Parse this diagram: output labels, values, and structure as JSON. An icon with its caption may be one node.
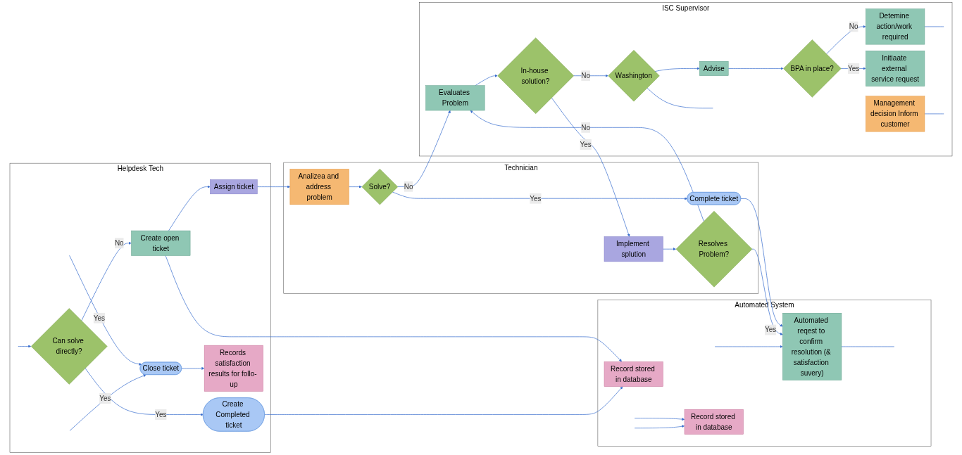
{
  "diagram": {
    "nodes": [
      {
        "text": [
          "Helpdesk Tech"
        ]
      },
      {
        "text": [
          "Can solve directly?"
        ],
        "in": 0
      },
      {
        "text": [
          "Create open ticket"
        ],
        "in": 0
      },
      {
        "text": [
          "Create Completed ticket"
        ],
        "in": 0
      },
      {
        "text": [
          "Assign ticket"
        ],
        "in": 0
      },
      {
        "text": [
          "Records satisfaction results for follo- up"
        ],
        "in": 0
      },
      {
        "text": [
          "Close ticket"
        ],
        "in": 0
      },
      {
        "text": [
          "Automated System"
        ]
      },
      {
        "text": [
          "Record stored in database"
        ],
        "in": 7
      },
      {
        "text": [
          "Record stored in database"
        ],
        "in": 7
      },
      {
        "text": [
          "Automated reqest to confirm resolution (& satisfaction suvery)"
        ],
        "in": 7
      },
      {
        "text": [
          "Technician"
        ]
      },
      {
        "text": [
          "Analizea and address problem"
        ],
        "in": 11
      },
      {
        "text": [
          "Solve?"
        ],
        "in": 11
      },
      {
        "text": [
          "Complete ticket"
        ],
        "in": 11
      },
      {
        "text": [
          "Resolves Problem?"
        ],
        "in": 11
      },
      {
        "text": [
          "Implement splution"
        ],
        "in": 11
      },
      {
        "text": [
          "ISC Supervisor"
        ]
      },
      {
        "text": [
          "Detemine action/work required"
        ],
        "in": 17
      },
      {
        "text": [
          "BPA in place?"
        ],
        "in": 17
      },
      {
        "text": [
          "Evaluates Problem"
        ],
        "in": 17
      },
      {
        "text": [
          "In-house solution?"
        ],
        "in": 17
      },
      {
        "text": [
          "Management decision Inform customer"
        ],
        "in": 17
      },
      {
        "text": [
          "Initiaate external service request"
        ],
        "in": 17
      },
      {
        "text": [
          "Advise"
        ],
        "in": 17
      },
      {
        "text": [
          "Washington"
        ],
        "in": 17
      }
    ],
    "edges": [
      {
        "from": null,
        "to": 1,
        "arrow": "to"
      },
      {
        "from": 1,
        "to": 2,
        "label": "No",
        "arrow": "to"
      },
      {
        "from": 1,
        "to": 3,
        "label": "Yes",
        "arrow": "to"
      },
      {
        "from": 2,
        "to": 8,
        "arrow": "to"
      },
      {
        "from": 2,
        "to": 4,
        "arrow": "to"
      },
      {
        "from": 3,
        "to": 8,
        "arrow": "to"
      },
      {
        "from": 4,
        "to": 12,
        "arrow": "to"
      },
      {
        "from": null,
        "to": 9,
        "arrow": "to"
      },
      {
        "from": null,
        "to": 9,
        "arrow": "to"
      },
      {
        "from": null,
        "to": 6,
        "label": "Yes",
        "arrow": "to"
      },
      {
        "from": null,
        "to": 6,
        "label": "Yes",
        "arrow": "to"
      },
      {
        "from": 6,
        "to": 5,
        "arrow": "to"
      },
      {
        "from": 10,
        "to": null,
        "arrow": "none"
      },
      {
        "from": 12,
        "to": 13,
        "arrow": "to"
      },
      {
        "from": 13,
        "to": 14,
        "label": "Yes",
        "arrow": "to"
      },
      {
        "from": 13,
        "to": 20,
        "label": "No",
        "arrow": "to"
      },
      {
        "from": 14,
        "to": 10,
        "arrow": "to"
      },
      {
        "from": 15,
        "to": 10,
        "label": "Yes",
        "arrow": "to"
      },
      {
        "from": 15,
        "to": 20,
        "label": "No",
        "arrow": "to"
      },
      {
        "from": 16,
        "to": 15,
        "arrow": "to"
      },
      {
        "from": 20,
        "to": 21,
        "arrow": "to"
      },
      {
        "from": 21,
        "to": 16,
        "label": "Yes",
        "arrow": "to"
      },
      {
        "from": 21,
        "to": 25,
        "label": "No",
        "arrow": "to"
      },
      {
        "from": 19,
        "to": 18,
        "label": "No",
        "arrow": "to"
      },
      {
        "from": 19,
        "to": 23,
        "label": "Yes",
        "arrow": "to"
      },
      {
        "from": 24,
        "to": 19,
        "arrow": "to"
      },
      {
        "from": 25,
        "to": 24,
        "arrow": "to"
      },
      {
        "from": 25,
        "to": null,
        "arrow": "none"
      },
      {
        "from": 18,
        "to": null,
        "arrow": "none"
      },
      {
        "from": null,
        "to": 10,
        "arrow": "to"
      },
      {
        "from": 22,
        "to": null,
        "arrow": "none"
      }
    ]
  }
}
